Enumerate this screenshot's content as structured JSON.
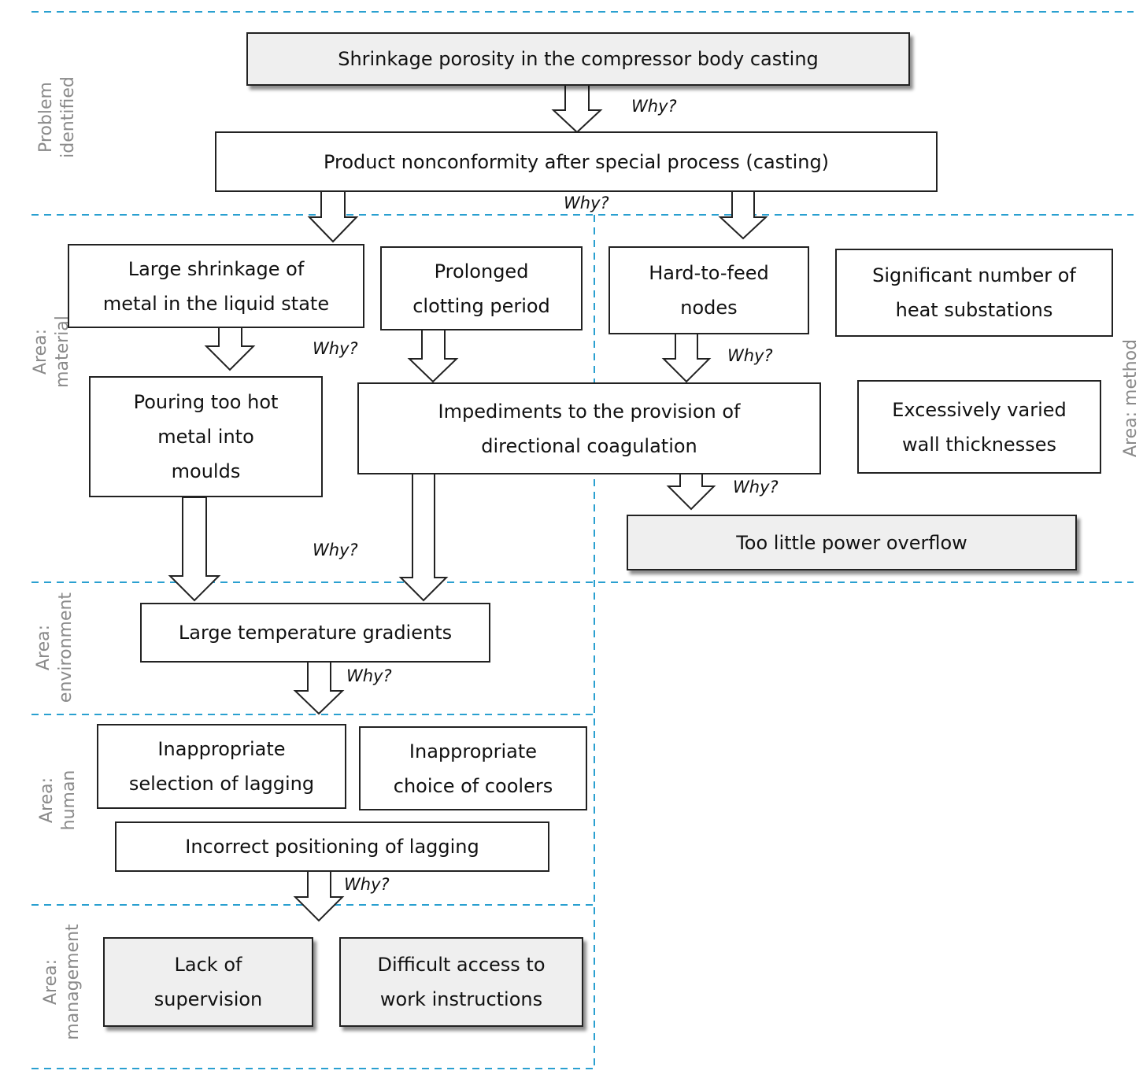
{
  "zones": {
    "problem": "Problem\nidentified",
    "material": "Area: material",
    "method": "Area: method",
    "environment": "Area:\nenvironment",
    "human": "Area:\nhuman",
    "management": "Area:\nmanagement"
  },
  "boxes": {
    "problem": "Shrinkage porosity in the compressor body casting",
    "nonconformity": "Product nonconformity after special process (casting)",
    "large_shrinkage": "Large shrinkage of\nmetal in the liquid state",
    "prolonged_clotting": "Prolonged\nclotting period",
    "hard_to_feed": "Hard-to-feed\nnodes",
    "heat_substations": "Significant number of\nheat substations",
    "pouring_hot": "Pouring too hot\nmetal into\nmoulds",
    "impediments": "Impediments to the provision of\ndirectional coagulation",
    "wall_thickness": "Excessively varied\nwall thicknesses",
    "power_overflow": "Too little power overflow",
    "temperature_gradients": "Large temperature gradients",
    "lagging_selection": "Inappropriate\nselection of lagging",
    "coolers_choice": "Inappropriate\nchoice of coolers",
    "lagging_positioning": "Incorrect positioning of lagging",
    "lack_supervision": "Lack of\nsupervision",
    "difficult_access": "Difficult access to\nwork instructions"
  },
  "why_label": "Why?",
  "colors": {
    "dashed_line": "#2aa0d0",
    "box_border": "#222222",
    "gray_fill": "#efefef",
    "zone_text": "#8a8a8a"
  }
}
